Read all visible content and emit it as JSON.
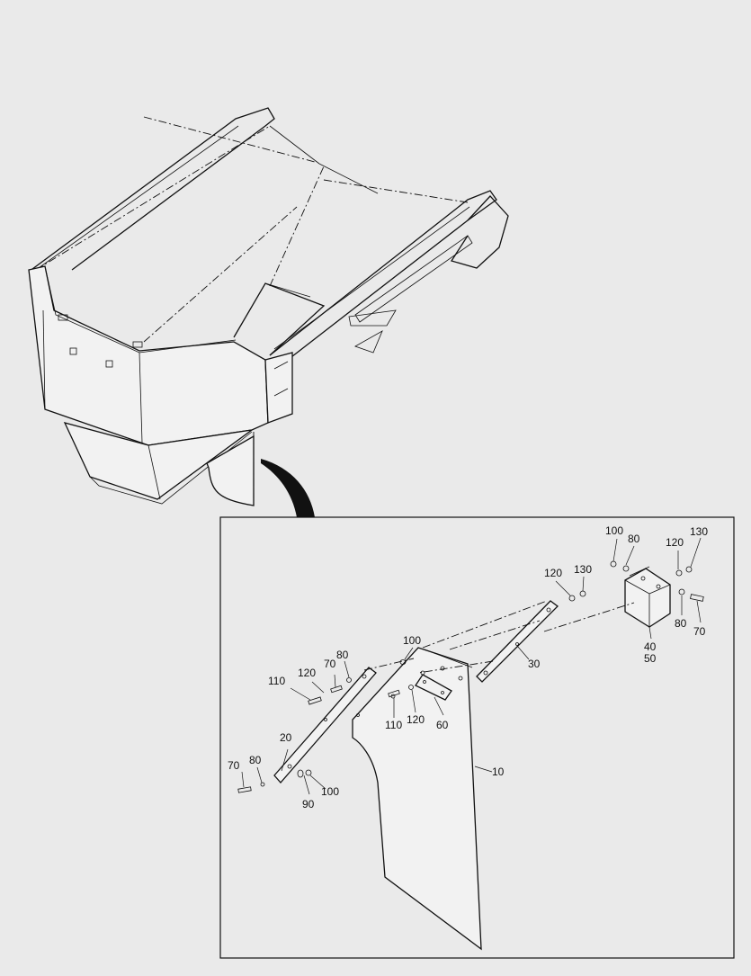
{
  "callouts": {
    "c10": "10",
    "c20": "20",
    "c30": "30",
    "c40": "40",
    "c50": "50",
    "c60": "60",
    "c70a": "70",
    "c70b": "70",
    "c70c": "70",
    "c80a": "80",
    "c80b": "80",
    "c80c": "80",
    "c80d": "80",
    "c90": "90",
    "c100a": "100",
    "c100b": "100",
    "c100c": "100",
    "c110a": "110",
    "c110b": "110",
    "c120a": "120",
    "c120b": "120",
    "c120c": "120",
    "c120d": "120",
    "c130a": "130",
    "c130b": "130"
  }
}
